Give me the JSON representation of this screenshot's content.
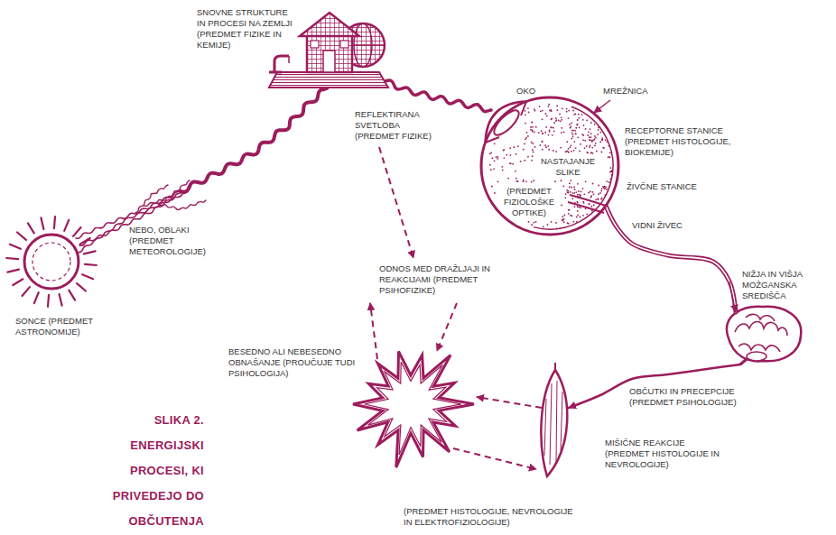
{
  "diagram": {
    "caption": "SLIKA 2. ENERGIJSKI PROCESI, KI PRIVEDEJO DO OBČUTENJA",
    "nodes": [
      {
        "text": [
          "NASTAJANJE SLIKE",
          "(PREDMET FIZIOLOŠKE OPTIKE)"
        ]
      }
    ],
    "labels": [
      "SNOVNE STRUKTURE IN PROCESI NA ZEMLJI (PREDMET FIZIKE IN KEMIJE)",
      "OKO",
      "MREŽNICA",
      "REFLEKTIRANA SVETLOBA (PREDMET FIZIKE)",
      "RECEPTORNE STANICE (PREDMET HISTOLOGIJE, BIOKEMIJE)",
      "ŽIVČNE STANICE",
      "NEBO, OBLAKI (PREDMET METEOROLOGIJE)",
      "VIDNI ŽIVEC",
      "ODNOS MED DRAŽLJAJI IN REAKCIJAMI (PREDMET PSIHOFIZIKE)",
      "NIŽJA IN VIŠJA MOŽGANSKA SREDIŠČA",
      "SONCE (PREDMET ASTRONOMIJE)",
      "BESEDNO ALI NEBESEDNO OBNAŠANJE (PROUČUJE TUDI PSIHOLOGIJA)",
      "OBČUTKI IN PRECEPCIJE (PREDMET PSIHOLOGIJE)",
      "MIŠIČNE REAKCIJE (PREDMET HISTOLOGIJE IN NEVROLOGIJE)",
      "(PREDMET HISTOLOGIJE, NEVROLOGIJE IN ELEKTROFIZIOLOGIJE)"
    ]
  }
}
